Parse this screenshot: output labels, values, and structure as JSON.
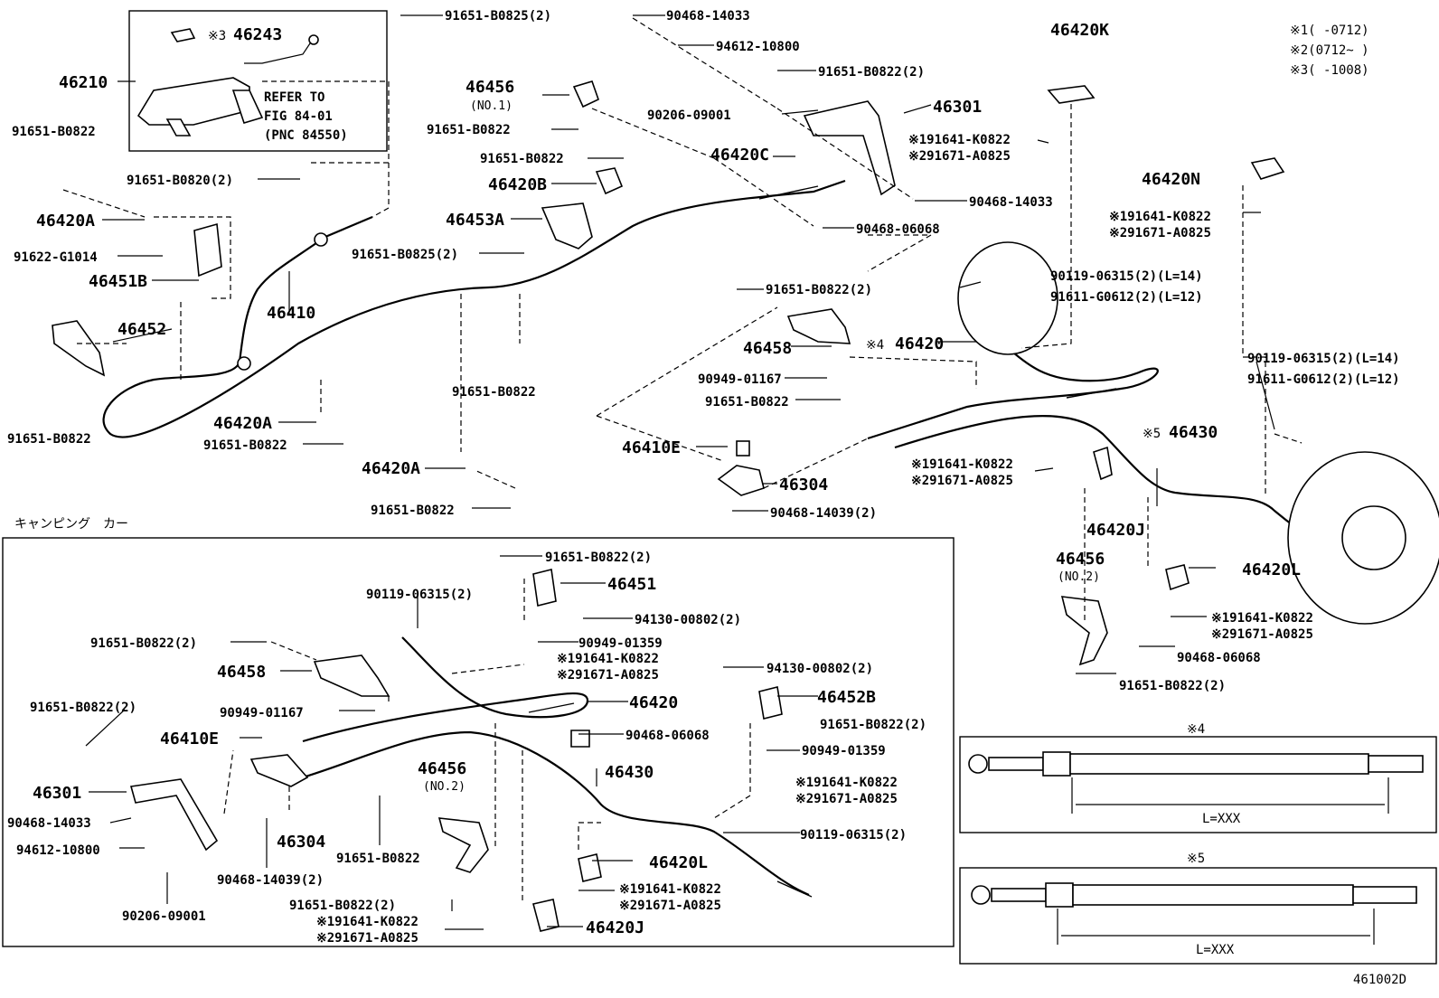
{
  "labels": {
    "p46210": "46210",
    "p46243": "46243",
    "mark3": "※3",
    "refer1": "REFER TO",
    "refer2": "FIG 84-01",
    "refer3": "(PNC 84550)",
    "b_91651_B0825_2_a": "91651-B0825(2)",
    "b_90468_14033_a": "90468-14033",
    "b_94612_10800_a": "94612-10800",
    "b_91651_B0822_2_a": "91651-B0822(2)",
    "b_90206_09001_a": "90206-09001",
    "p46456_a": "46456",
    "p46456_a_sub": "(NO.1)",
    "b_91651_B0822_a": "91651-B0822",
    "b_91651_B0822_b": "91651-B0822",
    "b_91651_B0822_c": "91651-B0822",
    "p46420B": "46420B",
    "p46453A": "46453A",
    "b_91651_B0825_2_b": "91651-B0825(2)",
    "b_91651_B0820_2": "91651-B0820(2)",
    "p46420A_a": "46420A",
    "b_91622_G1014": "91622-G1014",
    "p46451B": "46451B",
    "p46410": "46410",
    "p46452": "46452",
    "b_91651_B0822_d": "91651-B0822",
    "b_91651_B0822_e": "91651-B0822",
    "p46420A_b": "46420A",
    "b_91651_B0822_f": "91651-B0822",
    "p46420A_c": "46420A",
    "b_91651_B0822_g": "91651-B0822",
    "p46420C": "46420C",
    "p46301_a": "46301",
    "m1_k0822_a": "※191641-K0822",
    "m2_a0825_a": "※291671-A0825",
    "b_90468_14033_b": "90468-14033",
    "b_90468_06068_a": "90468-06068",
    "p46420K": "46420K",
    "legend1": "※1(      -0712)",
    "legend2": "※2(0712~      )",
    "legend3": "※3(      -1008)",
    "p46420N": "46420N",
    "m1_k0822_b": "※191641-K0822",
    "m2_a0825_b": "※291671-A0825",
    "b_90119_06315_L14_a": "90119-06315(2)(L=14)",
    "b_91611_G0612_L12_a": "91611-G0612(2)(L=12)",
    "b_91651_B0822_2_b": "91651-B0822(2)",
    "p46458_a": "46458",
    "mark4": "※4",
    "p46420_a": "46420",
    "b_90949_01167_a": "90949-01167",
    "b_91651_B0822_h": "91651-B0822",
    "p46410E_a": "46410E",
    "mark5": "※5",
    "p46430_a": "46430",
    "m1_k0822_c": "※191641-K0822",
    "m2_a0825_c": "※291671-A0825",
    "p46304_a": "46304",
    "b_90468_14039_2_a": "90468-14039(2)",
    "p46420J_a": "46420J",
    "b_90119_06315_L14_b": "90119-06315(2)(L=14)",
    "b_91611_G0612_L12_b": "91611-G0612(2)(L=12)",
    "p46456_b": "46456",
    "p46456_b_sub": "(NO.2)",
    "p46420L_a": "46420L",
    "m1_k0822_d": "※191641-K0822",
    "m2_a0825_d": "※291671-A0825",
    "b_90468_06068_b": "90468-06068",
    "b_91651_B0822_2_c": "91651-B0822(2)",
    "camping": "キャンピング　カー",
    "c_91651_B0822_2_a": "91651-B0822(2)",
    "c_90119_06315_2_a": "90119-06315(2)",
    "c_46451": "46451",
    "c_94130_00802_2_a": "94130-00802(2)",
    "c_90949_01359_a": "90949-01359",
    "c_m1_k0822_a": "※191641-K0822",
    "c_m2_a0825_a": "※291671-A0825",
    "c_91651_B0822_2_b": "91651-B0822(2)",
    "c_46458": "46458",
    "c_94130_00802_2_b": "94130-00802(2)",
    "c_46452B": "46452B",
    "c_46420": "46420",
    "c_91651_B0822_2_c": "91651-B0822(2)",
    "c_91651_B0822_2_d": "91651-B0822(2)",
    "c_90949_01167": "90949-01167",
    "c_90468_06068": "90468-06068",
    "c_90949_01359_b": "90949-01359",
    "c_46410E": "46410E",
    "c_46456": "46456",
    "c_46456_sub": "(NO.2)",
    "c_m1_k0822_b": "※191641-K0822",
    "c_m2_a0825_b": "※291671-A0825",
    "c_46430": "46430",
    "c_46301": "46301",
    "c_90468_14033": "90468-14033",
    "c_46304": "46304",
    "c_90119_06315_2_b": "90119-06315(2)",
    "c_94612_10800": "94612-10800",
    "c_91651_B0822": "91651-B0822",
    "c_46420L": "46420L",
    "c_90468_14039_2": "90468-14039(2)",
    "c_m1_k0822_c": "※191641-K0822",
    "c_m2_a0825_c": "※291671-A0825",
    "c_91651_B0822_2_e": "91651-B0822(2)",
    "c_90206_09001": "90206-09001",
    "c_m1_k0822_d": "※191641-K0822",
    "c_m2_a0825_d": "※291671-A0825",
    "c_46420J": "46420J",
    "detail4_mark": "※4",
    "detail4_len": "L=XXX",
    "detail5_mark": "※5",
    "detail5_len": "L=XXX",
    "figure_id": "461002D"
  }
}
